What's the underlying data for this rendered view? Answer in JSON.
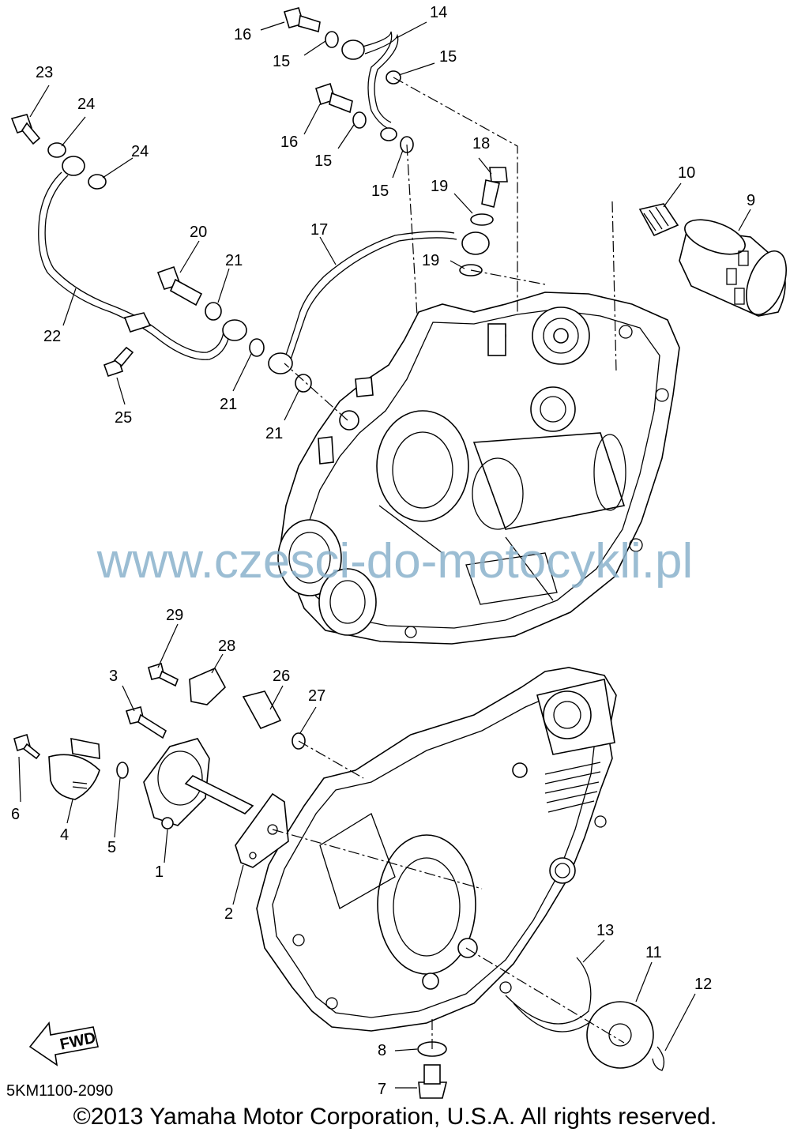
{
  "watermark": "www.czesci-do-motocykli.pl",
  "diagram_code": "5KM1100-2090",
  "copyright": "©2013 Yamaha Motor Corporation, U.S.A. All rights reserved.",
  "fwd_label": "FWD",
  "callouts": {
    "c1": "1",
    "c2": "2",
    "c3": "3",
    "c4": "4",
    "c5": "5",
    "c6": "6",
    "c7": "7",
    "c8": "8",
    "c9": "9",
    "c10": "10",
    "c11": "11",
    "c12": "12",
    "c13": "13",
    "c14": "14",
    "c15a": "15",
    "c15b": "15",
    "c15c": "15",
    "c15d": "15",
    "c16a": "16",
    "c16b": "16",
    "c17": "17",
    "c18": "18",
    "c19a": "19",
    "c19b": "19",
    "c20": "20",
    "c21a": "21",
    "c21b": "21",
    "c21c": "21",
    "c22": "22",
    "c23": "23",
    "c24a": "24",
    "c24b": "24",
    "c25": "25",
    "c26": "26",
    "c27": "27",
    "c28": "28",
    "c29": "29"
  }
}
